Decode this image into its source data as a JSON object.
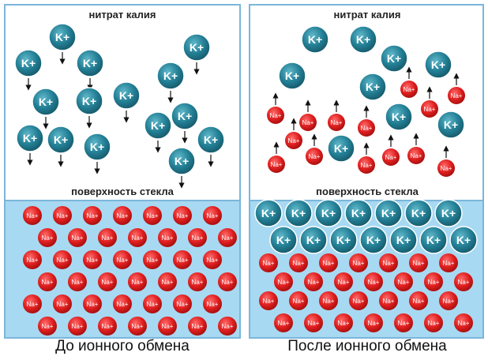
{
  "panels": [
    {
      "solution_label": "нитрат калия",
      "surface_label": "поверхность стекла",
      "caption": "До ионного обмена"
    },
    {
      "solution_label": "нитрат калия",
      "surface_label": "поверхность стекла",
      "caption": "После ионного обмена"
    }
  ],
  "ion_labels": {
    "potassium": "K+",
    "sodium": "Na+"
  },
  "colors": {
    "solution_bg": "#ffffff",
    "glass_bg": "#a8d9f2",
    "frame": "#7bb6da",
    "potassium_ion": "#237f95",
    "sodium_ion": "#e01f1f",
    "arrow": "#111111"
  }
}
